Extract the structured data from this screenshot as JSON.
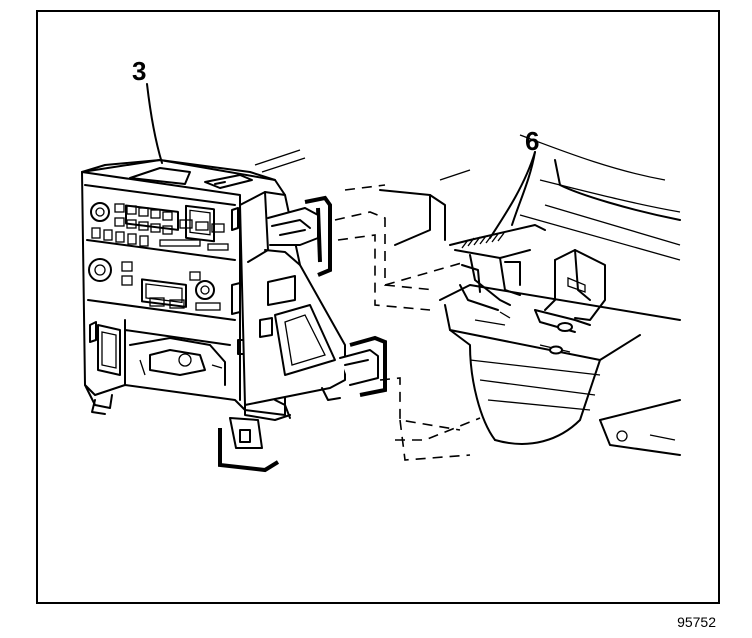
{
  "callouts": {
    "radio_unit": "3",
    "bracket": "6"
  },
  "figure_number": "95752"
}
